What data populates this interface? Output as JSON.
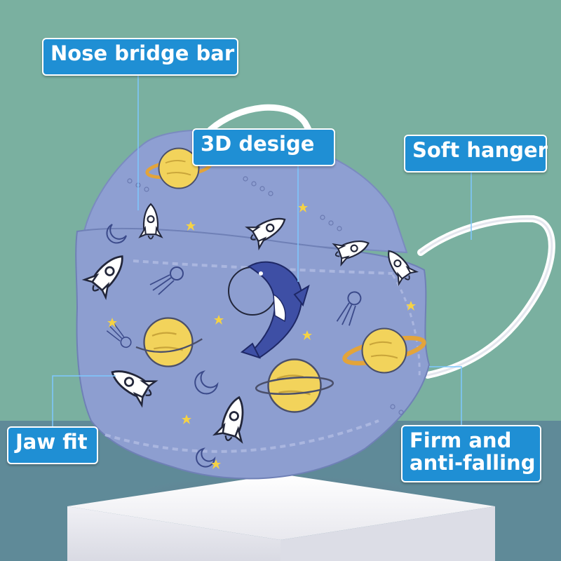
{
  "labels": {
    "nose_bridge": "Nose bridge bar",
    "design_3d": "3D desige",
    "soft_hanger": "Soft hanger",
    "jaw_fit": "Jaw fit",
    "firm_line1": "Firm and",
    "firm_line2": "anti-falling"
  },
  "colors": {
    "background_top": "#7ab0a0",
    "background_bottom": "#5f8a98",
    "mask_body": "#8d9ed0",
    "label_fill": "#1f8fd4",
    "planet_yellow": "#f2d35b",
    "planet_ring": "#e3a43a",
    "shark_blue": "#3e4fa5",
    "pedestal": "#eeeef3"
  },
  "icons": [
    "rocket-icon",
    "planet-icon",
    "star-icon",
    "shark-icon",
    "comet-icon",
    "moon-icon"
  ]
}
